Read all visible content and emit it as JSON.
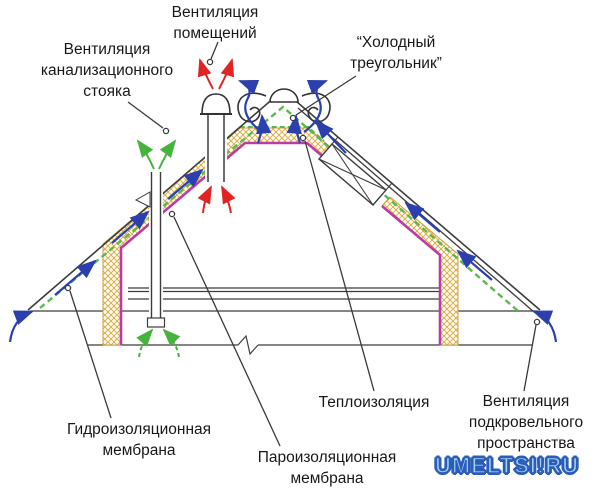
{
  "diagram": {
    "labels": {
      "room_ventilation": "Вентиляция\nпомещений",
      "sewer_riser_ventilation": "Вентиляция\nканализационного\nстояка",
      "cold_triangle": "“Холодный\nтреугольник”",
      "waterproofing_membrane": "Гидроизоляционная\nмембрана",
      "vapor_barrier_membrane": "Пароизоляционная\nмембрана",
      "thermal_insulation": "Теплоизоляция",
      "underroof_ventilation": "Вентиляция\nподкровельного\nпространства"
    },
    "watermark": "UMELTSI!RU",
    "colors": {
      "airflow_blue": "#2b3fae",
      "room_air_red": "#e02424",
      "sewer_air_green": "#45b33c",
      "membrane_green": "#5cb84e",
      "vapor_barrier_magenta": "#bb3aa4",
      "insulation_hatch": "#d9a83f",
      "line_black": "#3c3c3c",
      "watermark_blue": "#9fd4f5"
    }
  }
}
